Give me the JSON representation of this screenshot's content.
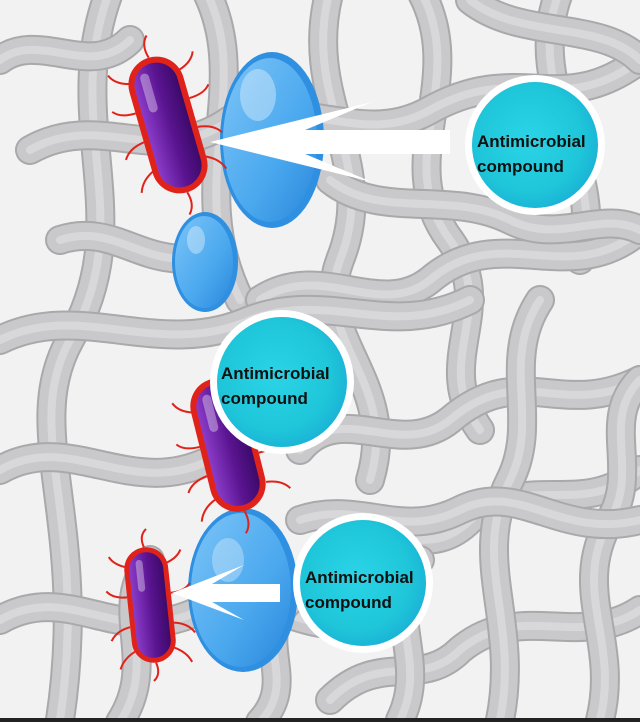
{
  "compounds": [
    {
      "line1": "Antimicrobial",
      "line2": "compound"
    },
    {
      "line1": "Antimicrobial",
      "line2": "compound"
    },
    {
      "line1": "Antimicrobial",
      "line2": "compound"
    }
  ],
  "colors": {
    "background": "#f2f2f2",
    "fiber": "#c9c9cb",
    "fiber_edge": "#a9a9ab",
    "compound_fill": "#22c7df",
    "compound_ring": "#ffffff",
    "bacterium_body": "#6b1fa0",
    "bacterium_outline": "#e0231a",
    "droplet": "#4aa8ee",
    "arrow": "#ffffff"
  }
}
